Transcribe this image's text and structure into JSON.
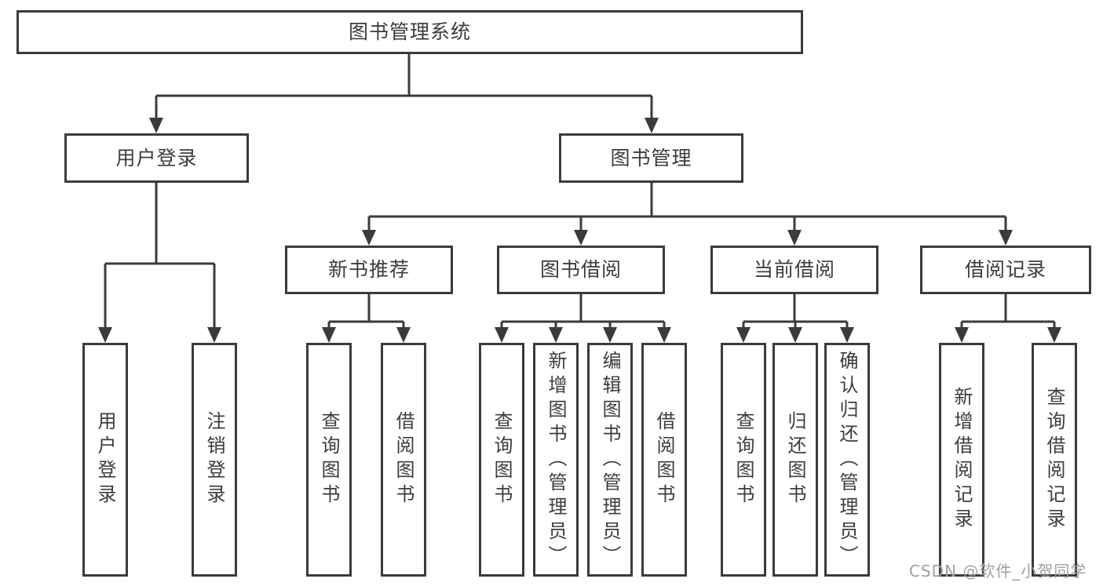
{
  "diagram": {
    "root": {
      "label": "图书管理系统"
    },
    "level2": {
      "user_login": {
        "label": "用户登录"
      },
      "book_management": {
        "label": "图书管理"
      }
    },
    "level3": {
      "new_book_recommend": {
        "label": "新书推荐"
      },
      "book_borrow": {
        "label": "图书借阅"
      },
      "current_borrow": {
        "label": "当前借阅"
      },
      "borrow_records": {
        "label": "借阅记录"
      }
    },
    "leaves": {
      "user_login_action": {
        "label": "用户登录"
      },
      "logout_action": {
        "label": "注销登录"
      },
      "recommend_query_books": {
        "label": "查询图书"
      },
      "recommend_borrow_books": {
        "label": "借阅图书"
      },
      "borrow_query_books": {
        "label": "查询图书"
      },
      "borrow_add_books_admin": {
        "label": "新增图书（管理员）"
      },
      "borrow_edit_books_admin": {
        "label": "编辑图书（管理员）"
      },
      "borrow_borrow_books": {
        "label": "借阅图书"
      },
      "current_query_books": {
        "label": "查询图书"
      },
      "current_return_books": {
        "label": "归还图书"
      },
      "current_confirm_return_admin": {
        "label": "确认归还（管理员）"
      },
      "records_add_record": {
        "label": "新增借阅记录"
      },
      "records_query_record": {
        "label": "查询借阅记录"
      }
    }
  },
  "watermark": {
    "text": "CSDN @软件_小贺同学"
  },
  "colors": {
    "line": "#3b3b3b",
    "text": "#3d3d3d",
    "watermark": "#a0a0a0",
    "background": "#ffffff"
  }
}
